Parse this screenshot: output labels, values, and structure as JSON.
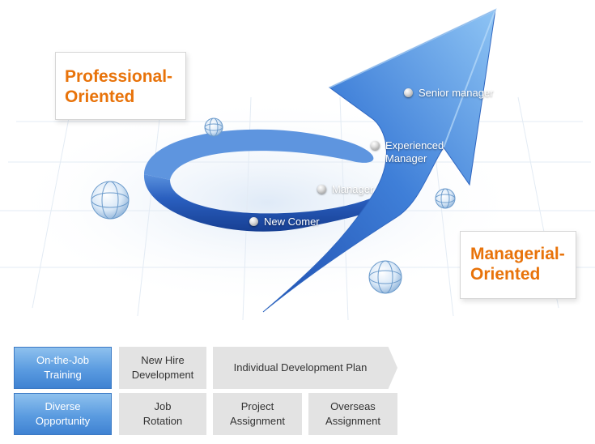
{
  "labels": {
    "professional": [
      "Professional-",
      "Oriented"
    ],
    "managerial": [
      "Managerial-",
      "Oriented"
    ]
  },
  "stages": {
    "new_comer": "New Comer",
    "manager": "Manager",
    "experienced": [
      "Experienced",
      "Manager"
    ],
    "senior": "Senior manager"
  },
  "programs": {
    "row1_header": [
      "On-the-Job",
      "Training"
    ],
    "row2_header": [
      "Diverse",
      "Opportunity"
    ],
    "new_hire": [
      "New Hire",
      "Development"
    ],
    "idp": "Individual Development Plan",
    "job_rotation": [
      "Job",
      "Rotation"
    ],
    "project": [
      "Project",
      "Assignment"
    ],
    "overseas": [
      "Overseas",
      "Assignment"
    ]
  },
  "colors": {
    "accent_orange": "#e8730a",
    "arrow_blue": "#4a86d6",
    "header_blue": "#5a9be0",
    "cell_gray": "#e3e3e3"
  },
  "icons": [
    "globe-icon",
    "growth-arrow-icon",
    "stage-dot-icon"
  ]
}
